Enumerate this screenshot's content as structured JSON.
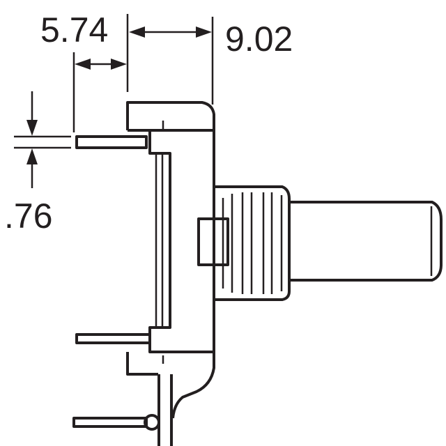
{
  "dimensions": {
    "pin_offset": "5.74",
    "body_depth": "9.02",
    "pin_thickness": ".76"
  },
  "colors": {
    "line": "#231f20",
    "background": "#ffffff"
  }
}
